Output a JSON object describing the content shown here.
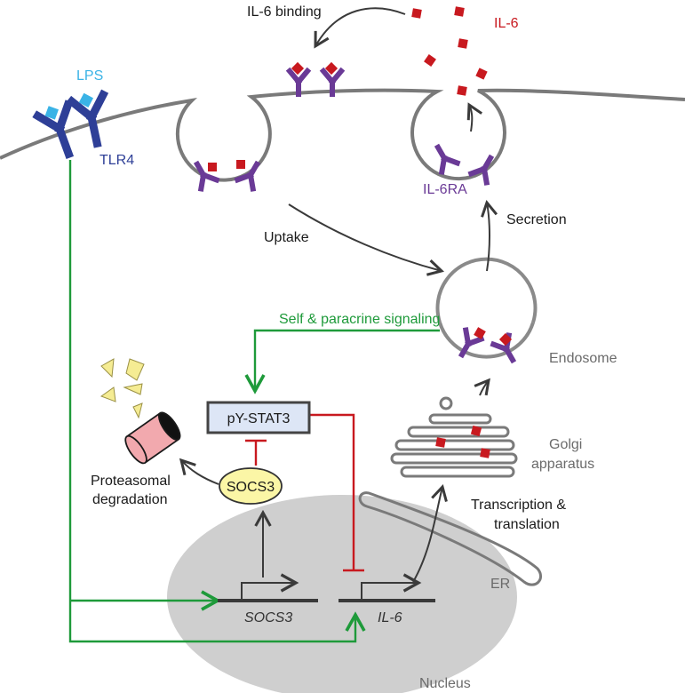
{
  "colors": {
    "membrane": "#7a7a7a",
    "vesicle": "#8a8a8a",
    "tlr4": "#2e3f97",
    "lps": "#3ab3e6",
    "il6_receptor": "#6a3a96",
    "il6": "#c8191f",
    "green_path": "#1e9a3a",
    "red_inhibit": "#c8191f",
    "arrow": "#3a3a3a",
    "nucleus_fill": "#cfcfcf",
    "socs3_fill": "#fbf6a6",
    "stat3_fill": "#dde6f6",
    "stat3_border": "#444444",
    "proteasome_body": "#f2a9ae",
    "fragments": "#f5ec93",
    "label_blue": "#3ab3e6",
    "label_dark_blue": "#2e3f97",
    "label_purple": "#6a3a96",
    "label_red": "#c8191f",
    "label_green": "#1e9a3a",
    "label_gray": "#6b6b6b"
  },
  "labels": {
    "il6_binding": "IL-6 binding",
    "il6": "IL-6",
    "lps": "LPS",
    "tlr4": "TLR4",
    "il6ra": "IL-6RA",
    "secretion": "Secretion",
    "uptake": "Uptake",
    "self_paracrine": "Self & paracrine signaling",
    "endosome": "Endosome",
    "pystat3": "pY-STAT3",
    "golgi_line1": "Golgi",
    "golgi_line2": "apparatus",
    "proteasomal_line1": "Proteasomal",
    "proteasomal_line2": "degradation",
    "socs3_protein": "SOCS3",
    "transcription_line1": "Transcription &",
    "transcription_line2": "translation",
    "er": "ER",
    "socs3_gene": "SOCS3",
    "il6_gene": "IL-6",
    "nucleus": "Nucleus"
  }
}
